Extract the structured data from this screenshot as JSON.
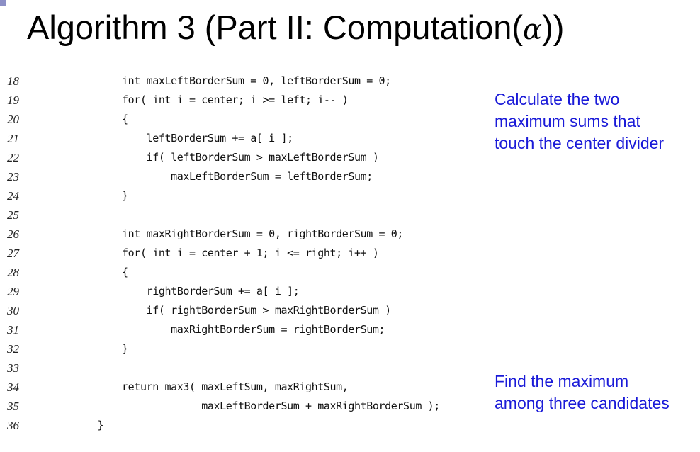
{
  "slide": {
    "title_prefix": "Algorithm 3 (Part II: Computation(",
    "title_symbol": "α",
    "title_suffix": "))"
  },
  "code": {
    "lines": [
      {
        "number": "18",
        "text": "        int maxLeftBorderSum = 0, leftBorderSum = 0;"
      },
      {
        "number": "19",
        "text": "        for( int i = center; i >= left; i-- )"
      },
      {
        "number": "20",
        "text": "        {"
      },
      {
        "number": "21",
        "text": "            leftBorderSum += a[ i ];"
      },
      {
        "number": "22",
        "text": "            if( leftBorderSum > maxLeftBorderSum )"
      },
      {
        "number": "23",
        "text": "                maxLeftBorderSum = leftBorderSum;"
      },
      {
        "number": "24",
        "text": "        }"
      },
      {
        "number": "25",
        "text": ""
      },
      {
        "number": "26",
        "text": "        int maxRightBorderSum = 0, rightBorderSum = 0;"
      },
      {
        "number": "27",
        "text": "        for( int i = center + 1; i <= right; i++ )"
      },
      {
        "number": "28",
        "text": "        {"
      },
      {
        "number": "29",
        "text": "            rightBorderSum += a[ i ];"
      },
      {
        "number": "30",
        "text": "            if( rightBorderSum > maxRightBorderSum )"
      },
      {
        "number": "31",
        "text": "                maxRightBorderSum = rightBorderSum;"
      },
      {
        "number": "32",
        "text": "        }"
      },
      {
        "number": "33",
        "text": ""
      },
      {
        "number": "34",
        "text": "        return max3( maxLeftSum, maxRightSum,"
      },
      {
        "number": "35",
        "text": "                     maxLeftBorderSum + maxRightBorderSum );"
      },
      {
        "number": "36",
        "text": "    }"
      }
    ]
  },
  "annotations": {
    "border_sums": {
      "line1": "Calculate the two",
      "line2": "maximum sums that",
      "line3": "touch the center divider"
    },
    "max_of_three": {
      "line1": "Find the maximum",
      "line2": "among three candidates"
    }
  },
  "colors": {
    "annotation_text": "#1a1ad8",
    "corner_mark": "#8c8fc6"
  }
}
